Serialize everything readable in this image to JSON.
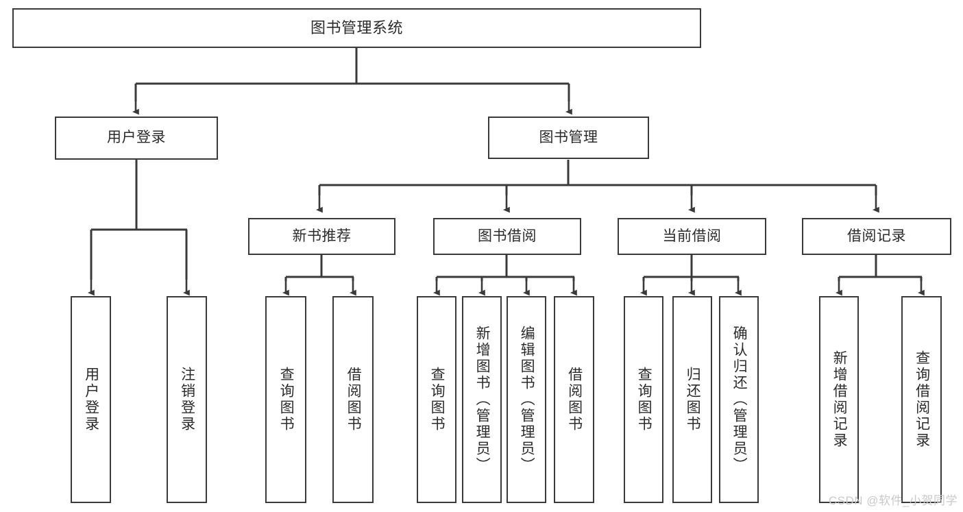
{
  "diagram": {
    "title": "图书管理系统",
    "type": "tree-hierarchy-chart",
    "colors": {
      "box_border": "#3a3a3a",
      "box_fill": "#ffffff",
      "connector": "#3a3a3a",
      "text": "#2b2b2b",
      "watermark": "#c9c9c9",
      "background": "#ffffff"
    },
    "root": {
      "label": "图书管理系统"
    },
    "level2": [
      {
        "label": "用户登录"
      },
      {
        "label": "图书管理"
      }
    ],
    "level3": [
      {
        "label": "新书推荐"
      },
      {
        "label": "图书借阅"
      },
      {
        "label": "当前借阅"
      },
      {
        "label": "借阅记录"
      }
    ],
    "leaves": {
      "user_login": [
        {
          "label": "用户登录"
        },
        {
          "label": "注销登录"
        }
      ],
      "new_book_recommend": [
        {
          "label": "查询图书"
        },
        {
          "label": "借阅图书"
        }
      ],
      "book_borrow": [
        {
          "label": "查询图书"
        },
        {
          "label": "新增图书（管理员）"
        },
        {
          "label": "编辑图书（管理员）"
        },
        {
          "label": "借阅图书"
        }
      ],
      "current_borrow": [
        {
          "label": "查询图书"
        },
        {
          "label": "归还图书"
        },
        {
          "label": "确认归还（管理员）"
        }
      ],
      "borrow_record": [
        {
          "label": "新增借阅记录"
        },
        {
          "label": "查询借阅记录"
        }
      ]
    }
  },
  "watermark": {
    "text": "CSDN @软件_小贺同学"
  }
}
